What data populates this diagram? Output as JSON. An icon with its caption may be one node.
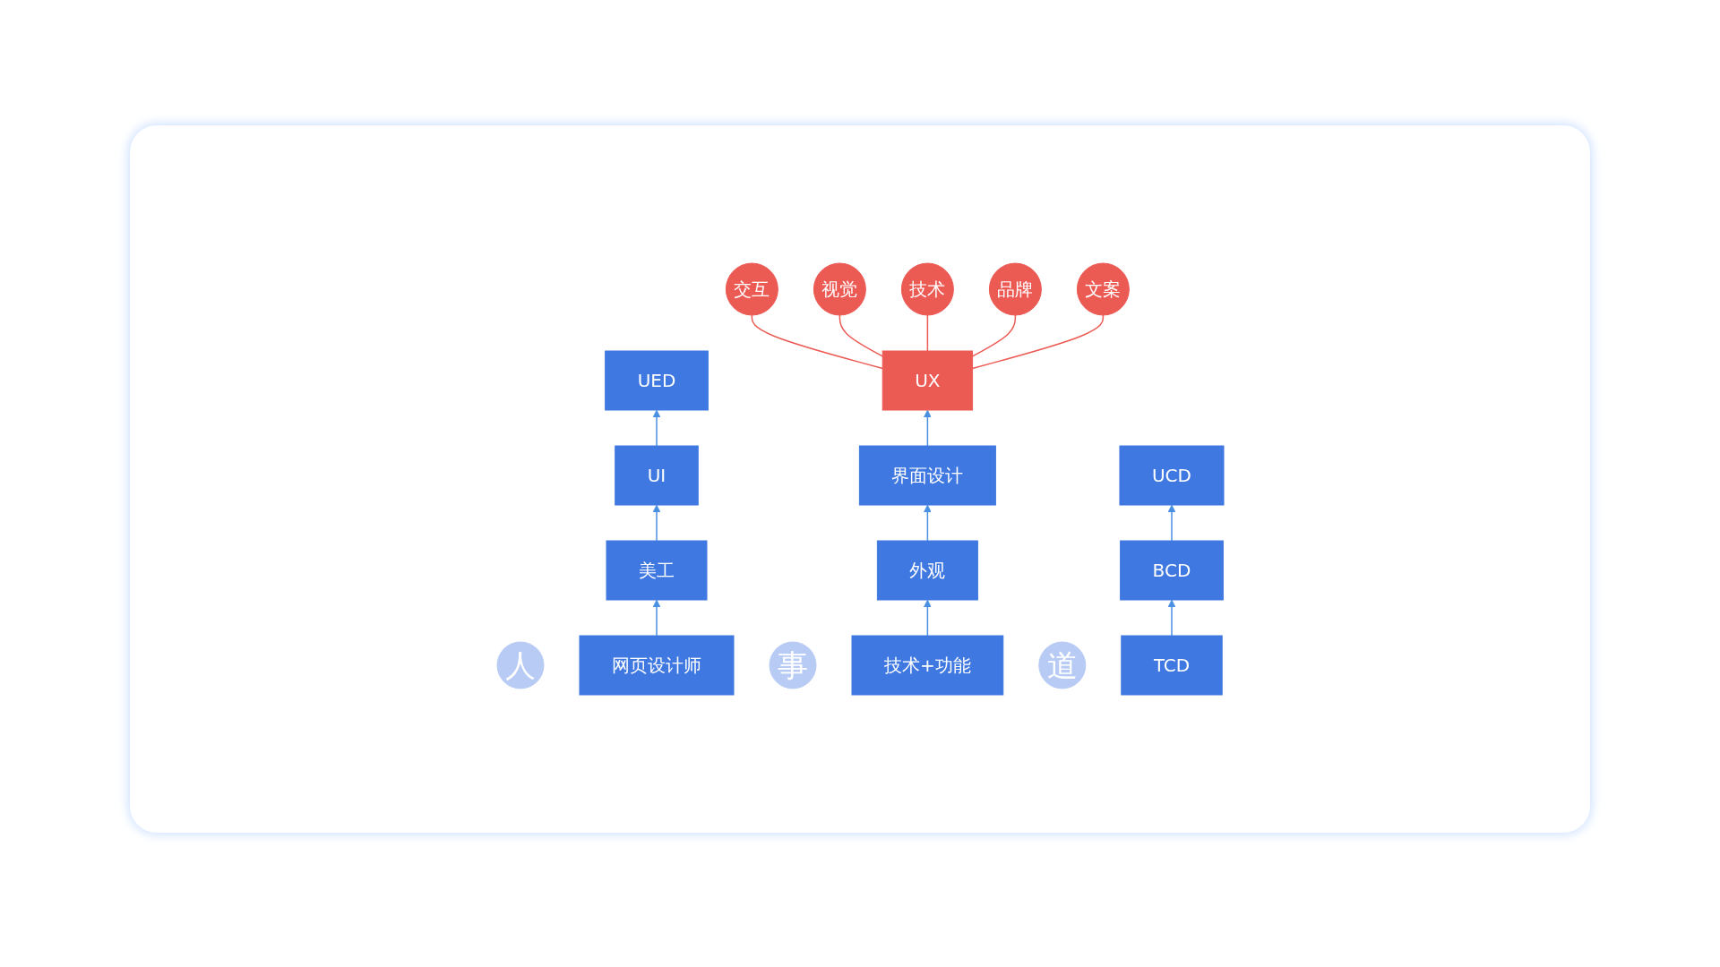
{
  "diagram": {
    "nodes": [
      {
        "text": [
          "事"
        ]
      },
      {
        "text": [
          "人"
        ]
      },
      {
        "text": [
          "道"
        ]
      },
      {
        "text": [
          "交互"
        ]
      },
      {
        "text": [
          "视觉"
        ]
      },
      {
        "text": [
          "技术"
        ]
      },
      {
        "text": [
          "品牌"
        ]
      },
      {
        "text": [
          "文案"
        ]
      },
      {
        "text": [
          "UED"
        ]
      },
      {
        "text": [
          "UX"
        ]
      },
      {
        "text": [
          "UCD"
        ]
      },
      {
        "text": [
          "UI"
        ]
      },
      {
        "text": [
          "界面设计"
        ]
      },
      {
        "text": [
          "美工"
        ]
      },
      {
        "text": [
          "外观"
        ]
      },
      {
        "text": [
          "BCD"
        ]
      },
      {
        "text": [
          "网页设计师"
        ]
      },
      {
        "text": [
          "技术+功能"
        ]
      },
      {
        "text": [
          "TCD"
        ]
      }
    ],
    "edges": [
      {
        "from": 9,
        "to": 3,
        "arrow": "none",
        "color": "#ec5a54"
      },
      {
        "from": 9,
        "to": 4,
        "arrow": "none",
        "color": "#ec5a54"
      },
      {
        "from": 9,
        "to": 5,
        "arrow": "none",
        "color": "#ec5a54"
      },
      {
        "from": 9,
        "to": 6,
        "arrow": "none",
        "color": "#ec5a54"
      },
      {
        "from": 9,
        "to": 7,
        "arrow": "none",
        "color": "#ec5a54"
      },
      {
        "from": 11,
        "to": 8,
        "arrow": "to"
      },
      {
        "from": 13,
        "to": 11,
        "arrow": "to"
      },
      {
        "from": 16,
        "to": 13,
        "arrow": "to"
      },
      {
        "from": 12,
        "to": 9,
        "arrow": "to"
      },
      {
        "from": 14,
        "to": 12,
        "arrow": "to"
      },
      {
        "from": 17,
        "to": 14,
        "arrow": "to"
      },
      {
        "from": 15,
        "to": 10,
        "arrow": "to"
      },
      {
        "from": 18,
        "to": 15,
        "arrow": "to"
      }
    ]
  }
}
